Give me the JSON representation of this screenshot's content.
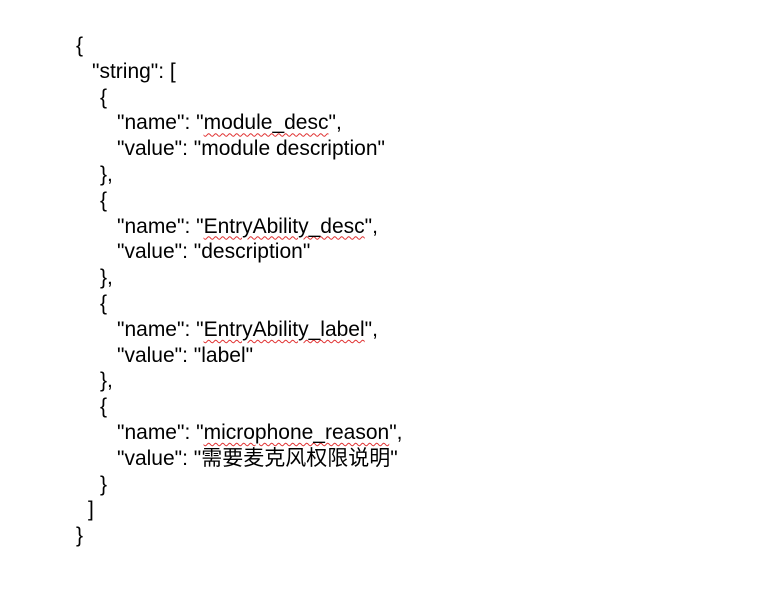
{
  "document": {
    "spellcheck_color": "#e03030",
    "lines": [
      {
        "type": "plain",
        "text": "{"
      },
      {
        "type": "plain",
        "text": "\"string\": ["
      },
      {
        "type": "plain",
        "text": "{"
      },
      {
        "type": "pair",
        "key": "\"name\": \"",
        "value": "module_desc",
        "suffix": "\",",
        "spellcheck": true
      },
      {
        "type": "pair",
        "key": "\"value\": \"",
        "value": "module description",
        "suffix": "\"",
        "spellcheck": false
      },
      {
        "type": "plain",
        "text": "},"
      },
      {
        "type": "plain",
        "text": "{"
      },
      {
        "type": "pair",
        "key": "\"name\": \"",
        "value": "EntryAbility_desc",
        "suffix": "\",",
        "spellcheck": true
      },
      {
        "type": "pair",
        "key": "\"value\": \"",
        "value": "description",
        "suffix": "\"",
        "spellcheck": false
      },
      {
        "type": "plain",
        "text": "},"
      },
      {
        "type": "plain",
        "text": "{"
      },
      {
        "type": "pair",
        "key": "\"name\": \"",
        "value": "EntryAbility_label",
        "suffix": "\",",
        "spellcheck": true
      },
      {
        "type": "pair",
        "key": "\"value\": \"",
        "value": "label",
        "suffix": "\"",
        "spellcheck": false
      },
      {
        "type": "plain",
        "text": "},"
      },
      {
        "type": "plain",
        "text": "{"
      },
      {
        "type": "pair",
        "key": "\"name\": \"",
        "value": "microphone_reason",
        "suffix": "\",",
        "spellcheck": true
      },
      {
        "type": "pair",
        "key": "\"value\": \"",
        "value": "需要麦克风权限说明",
        "suffix": "\"",
        "spellcheck": false
      },
      {
        "type": "plain",
        "text": "}"
      },
      {
        "type": "plain",
        "text": "]"
      },
      {
        "type": "plain",
        "text": "}"
      }
    ]
  }
}
